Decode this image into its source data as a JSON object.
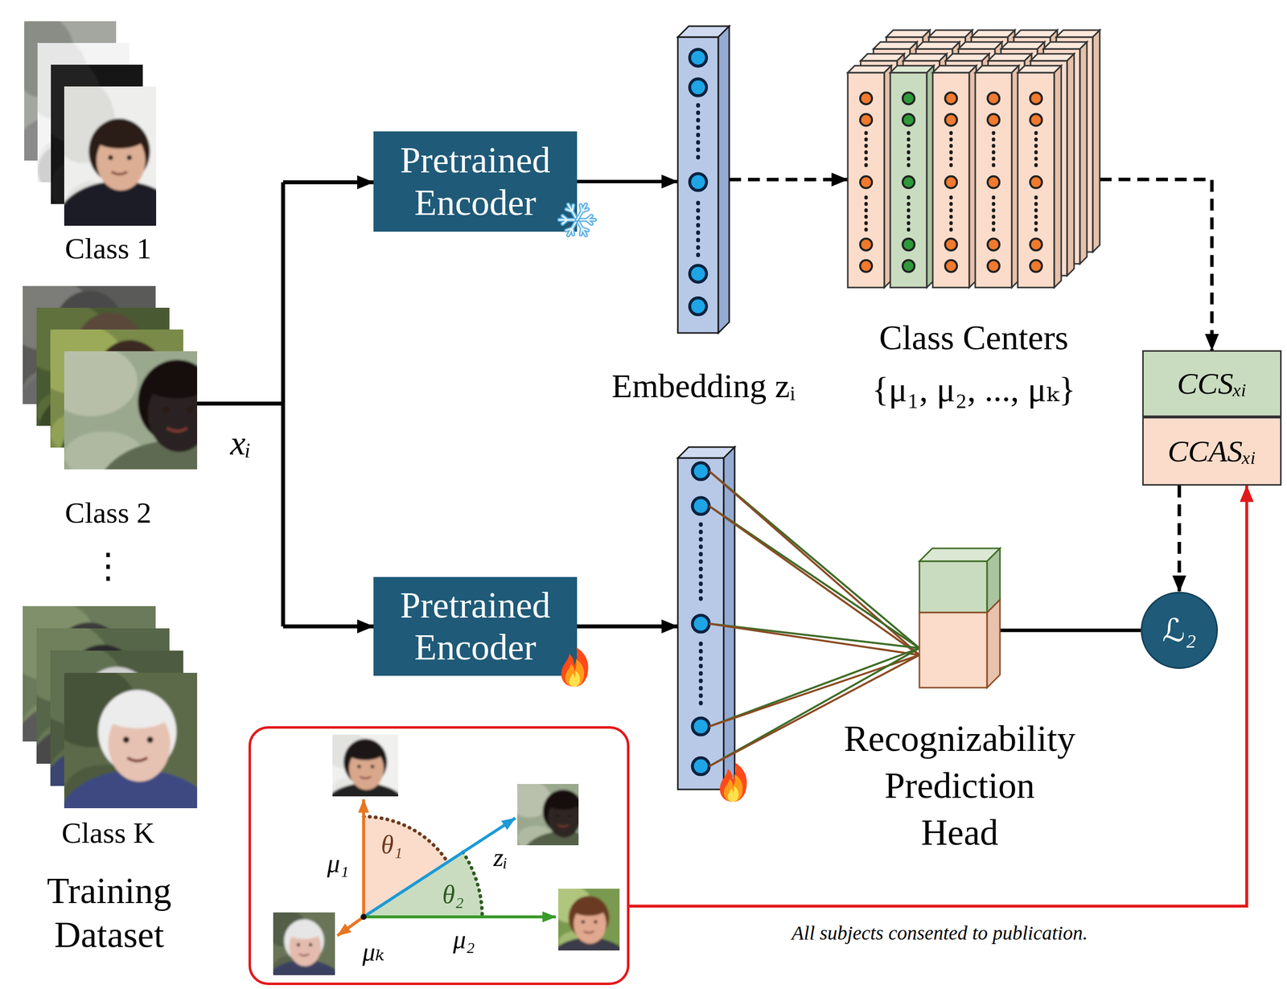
{
  "diagram": {
    "nodes": [
      {
        "text": [
          "Pretrained Encoder"
        ]
      },
      {
        "text": [
          "Embedding zᵢ"
        ]
      },
      {
        "text": [
          "Class Centers",
          "{μ₁, μ₂, ..., μₖ}"
        ]
      },
      {
        "text": [
          "CCSₓᵢ"
        ]
      },
      {
        "text": [
          "CCASₓᵢ"
        ]
      },
      {
        "text": [
          "Pretrained Encoder"
        ]
      },
      {
        "text": [
          "Recognizability Prediction Head"
        ]
      },
      {
        "text": [
          "ℒ₂"
        ]
      },
      {
        "text": [
          "μ₁",
          "θ₁",
          "zᵢ",
          "θ₂",
          "μ₂",
          "μₖ"
        ]
      }
    ],
    "edges": [
      {
        "from": 0,
        "to": 1,
        "arrow": "to"
      },
      {
        "from": 1,
        "to": 2,
        "arrow": "to"
      },
      {
        "from": 2,
        "to": 3,
        "arrow": "to"
      },
      {
        "from": 4,
        "to": 7,
        "arrow": "to"
      },
      {
        "from": 6,
        "to": 7,
        "arrow": "none"
      },
      {
        "from": 8,
        "to": 4,
        "arrow": "to"
      }
    ],
    "labels": [
      "Class 1",
      "Class 2",
      "⋮",
      "Class K",
      "Training Dataset",
      "xᵢ",
      "All subjects consented to publication."
    ]
  }
}
